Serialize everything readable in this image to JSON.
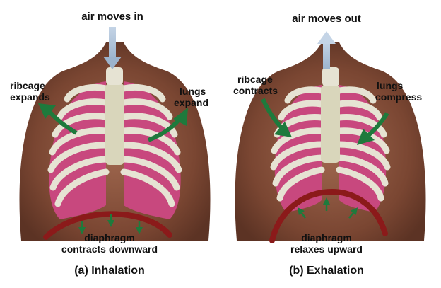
{
  "inhalation": {
    "air_label": "air moves in",
    "ribcage_line1": "ribcage",
    "ribcage_line2": "expands",
    "lungs_line1": "lungs",
    "lungs_line2": "expand",
    "diaphragm_line1": "diaphragm",
    "diaphragm_line2": "contracts downward",
    "caption": "(a) Inhalation"
  },
  "exhalation": {
    "air_label": "air moves out",
    "ribcage_line1": "ribcage",
    "ribcage_line2": "contracts",
    "lungs_line1": "lungs",
    "lungs_line2": "compress",
    "diaphragm_line1": "diaphragm",
    "diaphragm_line2": "relaxes upward",
    "caption": "(b) Exhalation"
  },
  "colors": {
    "air_arrow": "#a9bfd6",
    "motion_arrow": "#1e7a3c",
    "diaphragm": "#8b1a1a",
    "lung": "#c8487e",
    "rib": "#e6e3d3",
    "skin": "#7a4a38"
  }
}
